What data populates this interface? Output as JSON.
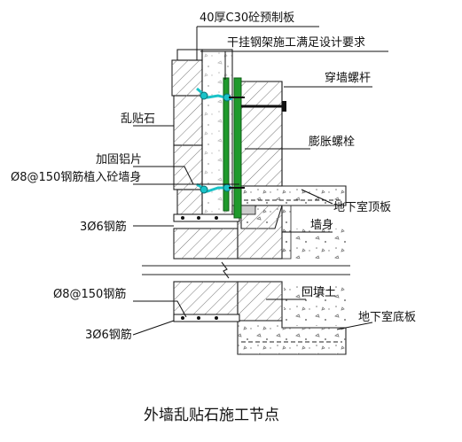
{
  "labels": {
    "precast_slab": "40厚C30砼预制板",
    "steel_frame": "干挂钢架施工满足设计要求",
    "through_bolt": "穿墙螺杆",
    "random_stone": "乱贴石",
    "expansion_bolt": "膨胀螺栓",
    "alu_clip": "加固铝片",
    "rebar_planted": "Ø8@150钢筋植入砼墙身",
    "basement_roof": "地下室顶板",
    "rebar_3d6_top": "3Ø6钢筋",
    "wall_body": "墙身",
    "rebar_8_150": "Ø8@150钢筋",
    "backfill": "回填土",
    "rebar_3d6_bottom": "3Ø6钢筋",
    "basement_floor": "地下室底板"
  },
  "title": "外墙乱贴石施工节点",
  "colors": {
    "steel_green": "#1f9a2c",
    "bracket_cyan": "#19c3c8",
    "hatch": "#555555"
  }
}
